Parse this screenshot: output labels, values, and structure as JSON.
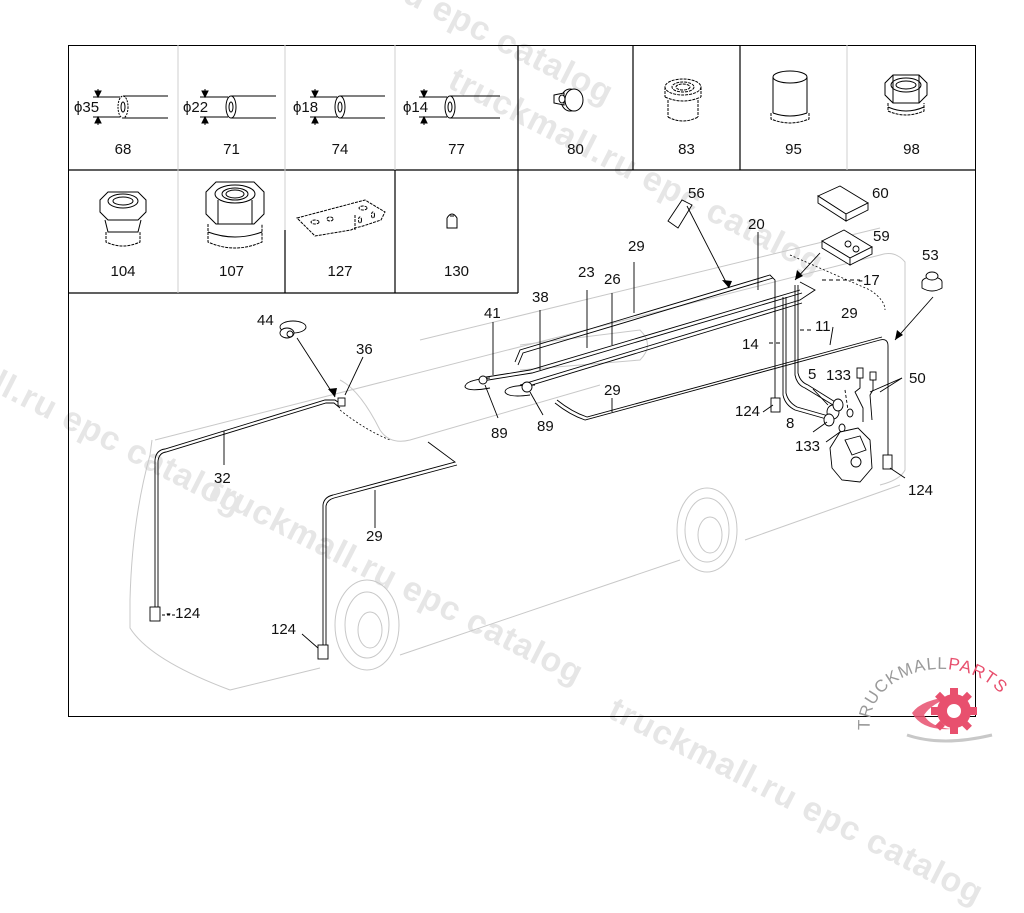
{
  "watermarks": [
    {
      "text": "truckmall.ru epc catalog"
    },
    {
      "text": "truckmall.ru epc catalog"
    },
    {
      "text": "truckmall.ru epc catalog"
    },
    {
      "text": "truckmall.ru epc catalog"
    },
    {
      "text": "truckmall.ru epc catalog"
    }
  ],
  "parts_table": {
    "row1": [
      {
        "part_no": "68",
        "diameter": "ϕ35",
        "icon": "tube-35-icon"
      },
      {
        "part_no": "71",
        "diameter": "ϕ22",
        "icon": "tube-22-icon"
      },
      {
        "part_no": "74",
        "diameter": "ϕ18",
        "icon": "tube-18-icon"
      },
      {
        "part_no": "77",
        "diameter": "ϕ14",
        "icon": "tube-14-icon"
      },
      {
        "part_no": "80",
        "icon": "clip-icon"
      },
      {
        "part_no": "83",
        "icon": "grommet-icon"
      },
      {
        "part_no": "95",
        "icon": "sleeve-icon"
      },
      {
        "part_no": "98",
        "icon": "hex-nut-icon"
      }
    ],
    "row2": [
      {
        "part_no": "104",
        "icon": "hex-fitting-icon"
      },
      {
        "part_no": "107",
        "icon": "large-hex-fitting-icon"
      },
      {
        "part_no": "127",
        "icon": "bracket-icon"
      },
      {
        "part_no": "130",
        "icon": "plug-icon"
      }
    ]
  },
  "callouts": {
    "c56": "56",
    "c60": "60",
    "c20": "20",
    "c59": "59",
    "c53": "53",
    "c29a": "29",
    "c23": "23",
    "c26": "26",
    "c17": "-17",
    "c41": "41",
    "c38": "38",
    "c11": "11",
    "c29b": "29",
    "c44": "44",
    "c36": "36",
    "c14": "14",
    "c5": "5",
    "c133a": "133",
    "c50": "50",
    "c29c": "29",
    "c124a": "124",
    "c89a": "89",
    "c89b": "89",
    "c8": "8",
    "c133b": "133",
    "c124b": "124",
    "c32": "32",
    "c29d": "29",
    "c124c": "- 124",
    "c124d": "124"
  },
  "logo": {
    "text_dark": "TRUCKMALL",
    "text_accent": "PARTS",
    "accent_color": "#e8506e",
    "dark_color": "#9a9a9a"
  }
}
